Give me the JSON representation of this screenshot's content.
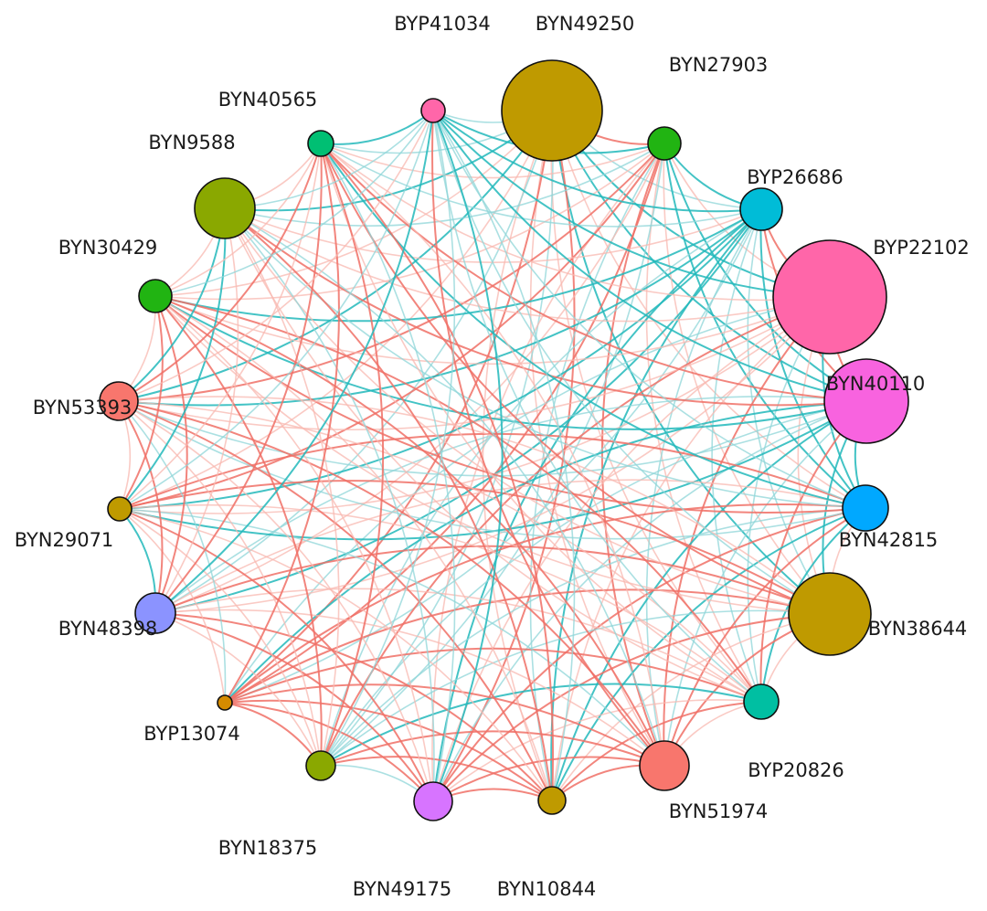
{
  "diagram": {
    "type": "circular-network",
    "edge_colors": {
      "negative": "#22b8bb",
      "negative_light": "#8fd6d8",
      "positive": "#f07066",
      "positive_light": "#f8b8b0"
    },
    "nodes": [
      {
        "id": "BYN49250",
        "label": "BYN49250",
        "color": "#bf9a00",
        "size": 55
      },
      {
        "id": "BYN27903",
        "label": "BYN27903",
        "color": "#21b412",
        "size": 18
      },
      {
        "id": "BYP26686",
        "label": "BYP26686",
        "color": "#00bcd7",
        "size": 23
      },
      {
        "id": "BYP22102",
        "label": "BYP22102",
        "color": "#ff66a9",
        "size": 62
      },
      {
        "id": "BYN40110",
        "label": "BYN40110",
        "color": "#f863df",
        "size": 46
      },
      {
        "id": "BYN42815",
        "label": "BYN42815",
        "color": "#00a8ff",
        "size": 25
      },
      {
        "id": "BYN38644",
        "label": "BYN38644",
        "color": "#bf9a00",
        "size": 45
      },
      {
        "id": "BYP20826",
        "label": "BYP20826",
        "color": "#00bfa2",
        "size": 19
      },
      {
        "id": "BYN51974",
        "label": "BYN51974",
        "color": "#f8766d",
        "size": 27
      },
      {
        "id": "BYN10844",
        "label": "BYN10844",
        "color": "#bf9a00",
        "size": 15
      },
      {
        "id": "BYN49175",
        "label": "BYN49175",
        "color": "#d774ff",
        "size": 21
      },
      {
        "id": "BYN18375",
        "label": "BYN18375",
        "color": "#8aa800",
        "size": 16
      },
      {
        "id": "BYP13074",
        "label": "BYP13074",
        "color": "#d58b00",
        "size": 8
      },
      {
        "id": "BYN48398",
        "label": "BYN48398",
        "color": "#8b93ff",
        "size": 22
      },
      {
        "id": "BYN29071",
        "label": "BYN29071",
        "color": "#bf9a00",
        "size": 13
      },
      {
        "id": "BYN53393",
        "label": "BYN53393",
        "color": "#f8766d",
        "size": 21
      },
      {
        "id": "BYN30429",
        "label": "BYN30429",
        "color": "#21b412",
        "size": 18
      },
      {
        "id": "BYN9588",
        "label": "BYN9588",
        "color": "#8aa800",
        "size": 33
      },
      {
        "id": "BYN40565",
        "label": "BYN40565",
        "color": "#00bf73",
        "size": 14
      },
      {
        "id": "BYP41034",
        "label": "BYP41034",
        "color": "#ff66a9",
        "size": 13
      }
    ]
  }
}
